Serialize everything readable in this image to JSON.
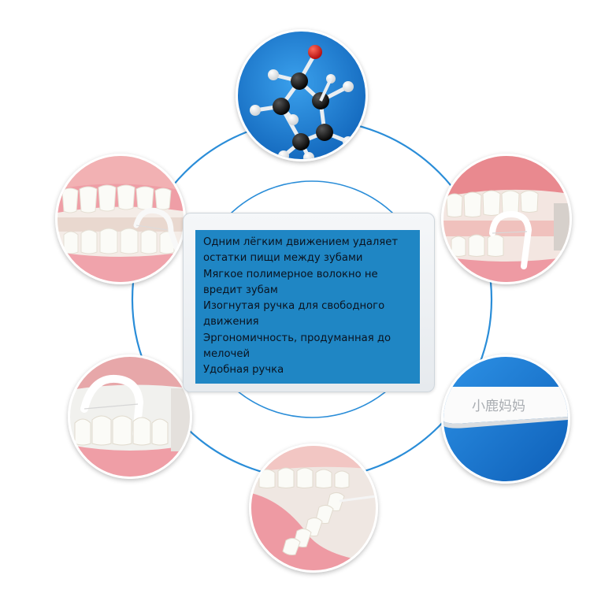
{
  "features": [
    "Одним лёгким движением удаляет остатки пищи между зубами",
    "Мягкое полимерное волокно не вредит зубам",
    "Изогнутая ручка для свободного движения",
    "Эргономичность, продуманная до мелочей",
    "Удобная ручка"
  ],
  "brand_mark": "小鹿妈妈",
  "colors": {
    "ring": "#2a8dd8",
    "panel": "#1f86c4",
    "photo_blue": "#1a7bd3",
    "gum_pink": "#f2a5ad",
    "tooth_white": "#fbfbf7"
  },
  "photos": [
    {
      "id": "molecule-model",
      "subject": "molecular model with black carbon, white hydrogen and red oxygen atoms"
    },
    {
      "id": "floss-pick-on-denture-left",
      "subject": "floss pick held against teeth of a dental model"
    },
    {
      "id": "floss-pick-between-teeth-right",
      "subject": "floss pick inserted between teeth"
    },
    {
      "id": "floss-pick-front-teeth",
      "subject": "floss pick over front teeth of a dental model"
    },
    {
      "id": "floss-pick-handle",
      "subject": "white floss pick handle with brand lettering"
    },
    {
      "id": "lower-jaw-floss",
      "subject": "floss used on lower jaw teeth"
    }
  ]
}
